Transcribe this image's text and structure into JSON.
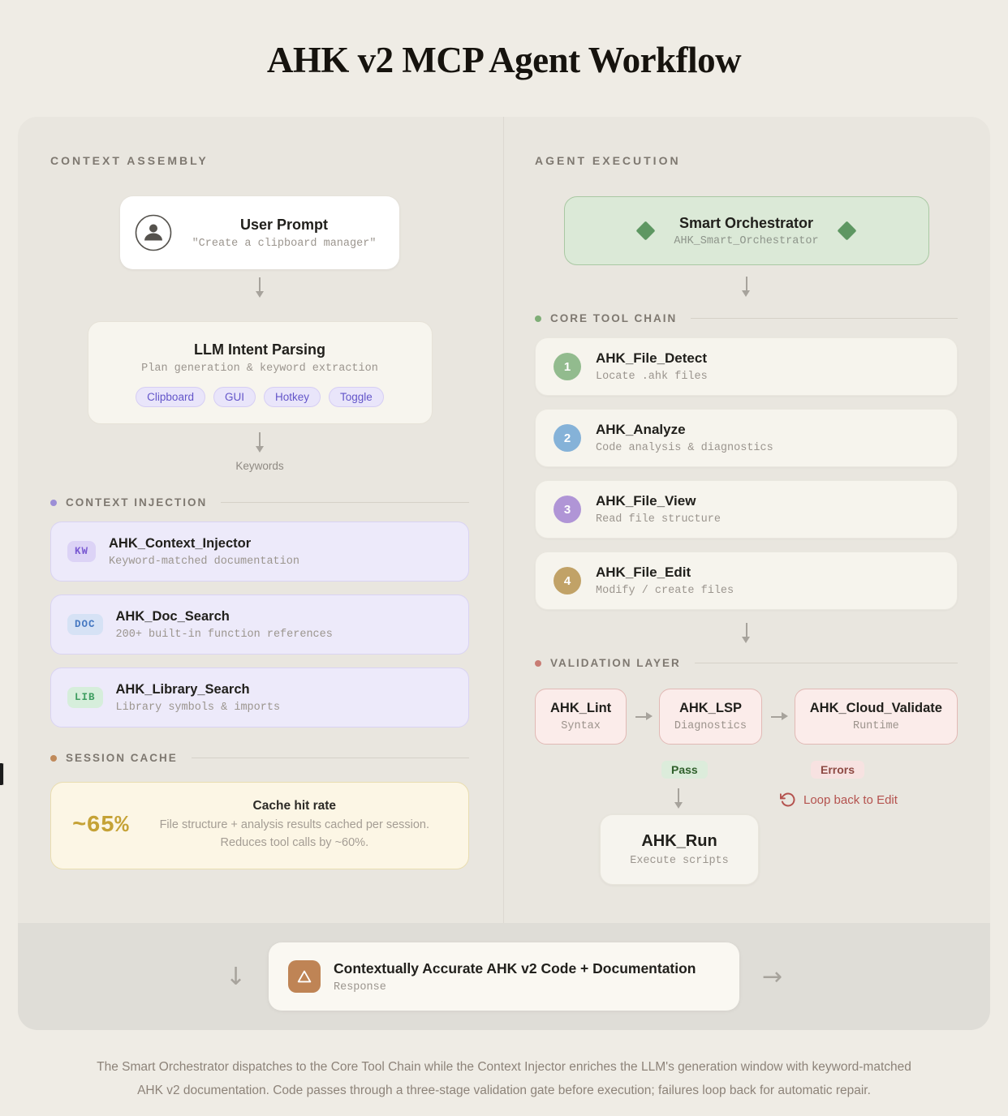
{
  "page": {
    "title": "AHK v2 MCP Agent Workflow",
    "footer": "The Smart Orchestrator dispatches to the Core Tool Chain while the Context Injector enriches the LLM's generation window with keyword-matched AHK v2 documentation. Code passes through a three-stage validation gate before execution; failures loop back for automatic repair."
  },
  "left": {
    "header": "CONTEXT ASSEMBLY",
    "user_prompt": {
      "title": "User Prompt",
      "subtitle": "\"Create a clipboard manager\""
    },
    "llm": {
      "title": "LLM Intent Parsing",
      "subtitle": "Plan generation & keyword extraction",
      "pills": [
        "Clipboard",
        "GUI",
        "Hotkey",
        "Toggle"
      ]
    },
    "keywords_label": "Keywords",
    "injection": {
      "header": "CONTEXT INJECTION",
      "items": [
        {
          "badge": "KW",
          "title": "AHK_Context_Injector",
          "subtitle": "Keyword-matched documentation"
        },
        {
          "badge": "DOC",
          "title": "AHK_Doc_Search",
          "subtitle": "200+ built-in function references"
        },
        {
          "badge": "LIB",
          "title": "AHK_Library_Search",
          "subtitle": "Library symbols & imports"
        }
      ]
    },
    "cache": {
      "header": "SESSION CACHE",
      "stat": "~65%",
      "title": "Cache hit rate",
      "line1": "File structure + analysis results cached per session.",
      "line2": "Reduces tool calls by ~60%."
    }
  },
  "right": {
    "header": "AGENT EXECUTION",
    "orchestrator": {
      "title": "Smart Orchestrator",
      "subtitle": "AHK_Smart_Orchestrator"
    },
    "toolchain": {
      "header": "CORE TOOL CHAIN",
      "items": [
        {
          "num": "1",
          "title": "AHK_File_Detect",
          "subtitle": "Locate .ahk files",
          "color": "#92bb8e"
        },
        {
          "num": "2",
          "title": "AHK_Analyze",
          "subtitle": "Code analysis & diagnostics",
          "color": "#85b2d8"
        },
        {
          "num": "3",
          "title": "AHK_File_View",
          "subtitle": "Read file structure",
          "color": "#b095d6"
        },
        {
          "num": "4",
          "title": "AHK_File_Edit",
          "subtitle": "Modify / create files",
          "color": "#c1a267"
        }
      ]
    },
    "validation": {
      "header": "VALIDATION LAYER",
      "stages": [
        {
          "title": "AHK_Lint",
          "subtitle": "Syntax"
        },
        {
          "title": "AHK_LSP",
          "subtitle": "Diagnostics"
        },
        {
          "title": "AHK_Cloud_Validate",
          "subtitle": "Runtime"
        }
      ],
      "pass_label": "Pass",
      "errors_label": "Errors",
      "loop_label": "Loop back to Edit",
      "run": {
        "title": "AHK_Run",
        "subtitle": "Execute scripts"
      }
    }
  },
  "banner": {
    "title": "Contextually Accurate AHK v2 Code + Documentation",
    "subtitle": "Response"
  },
  "colors": {
    "page_bg": "#efece5",
    "panel_bg": "#e9e6df",
    "banner_bg": "#dfddd7",
    "accent_purple": "#6355c9",
    "accent_green": "#5e9762",
    "accent_gold": "#c5a236",
    "accent_rose": "#b4524e",
    "pass_text": "#30602c",
    "errors_text": "#8e4a44"
  }
}
